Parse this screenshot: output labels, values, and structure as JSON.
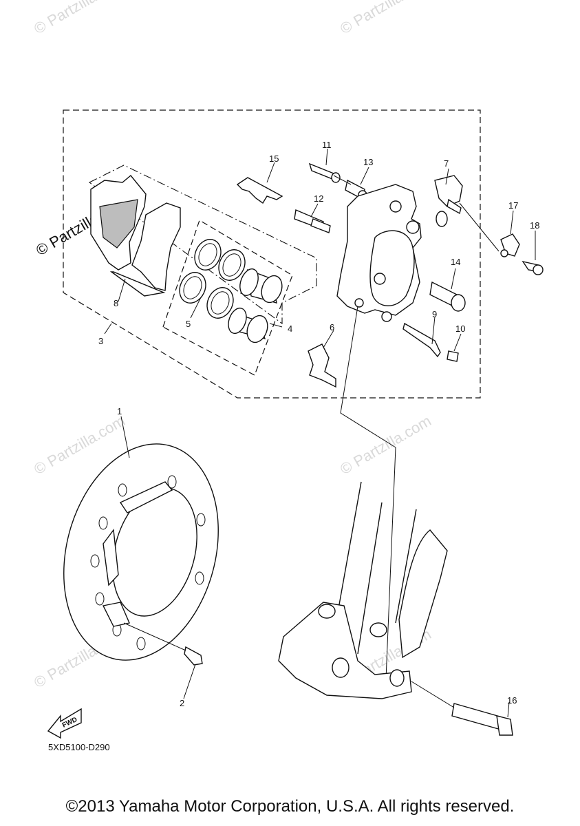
{
  "watermark_text": "© Partzilla.com",
  "diagram_code": "5XD5100-D290",
  "fwd_label": "FWD",
  "copyright": "©2013 Yamaha Motor Corporation, U.S.A. All rights reserved.",
  "callouts": [
    "1",
    "2",
    "3",
    "4",
    "5",
    "6",
    "7",
    "8",
    "9",
    "10",
    "11",
    "12",
    "13",
    "14",
    "15",
    "16",
    "17",
    "18"
  ]
}
